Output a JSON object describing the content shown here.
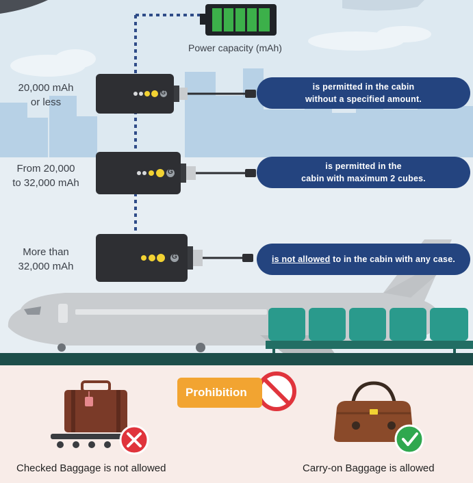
{
  "header": {
    "capacity_label": "Power capacity (mAh)"
  },
  "tiers": [
    {
      "label_lines": [
        "20,000 mAh",
        "or less"
      ],
      "rule_lines": [
        "is permitted in the cabin",
        "without a specified amount."
      ]
    },
    {
      "label_lines": [
        "From 20,000",
        "to 32,000 mAh"
      ],
      "rule_lines": [
        "is permitted in the",
        "cabin with maximum 2 cubes."
      ]
    },
    {
      "label_lines": [
        "More than",
        "32,000 mAh"
      ],
      "rule_emphasis": "is not allowed",
      "rule_rest": " to in the cabin with any case."
    }
  ],
  "power_bank_logo": "G",
  "prohibition_label": "Prohibition",
  "checked": {
    "caption": "Checked Baggage is not allowed",
    "status_icon": "red-x-icon"
  },
  "carry_on": {
    "caption": "Carry-on Baggage is allowed",
    "status_icon": "green-check-icon"
  },
  "colors": {
    "pill": "#24447f",
    "prohibition": "#f2a431",
    "deny": "#e0343c",
    "allow": "#2fa84f",
    "seat": "#2a9a8c",
    "power_bank": "#2e2f33"
  }
}
